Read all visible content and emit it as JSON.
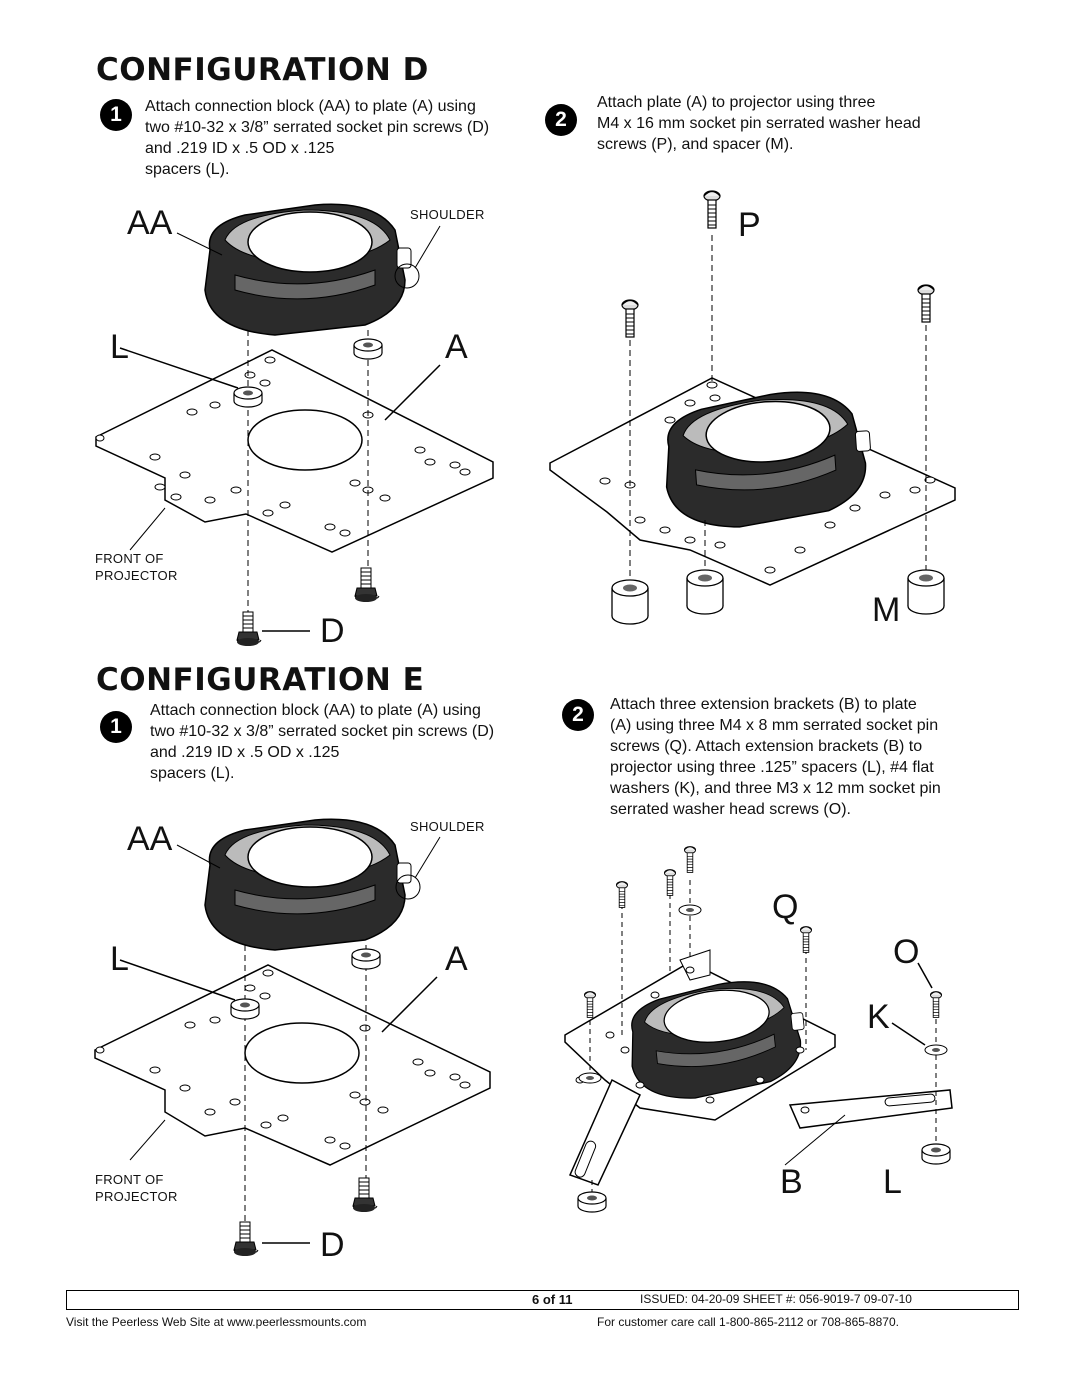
{
  "config_d": {
    "title": "CONFIGURATION D",
    "step1": {
      "num": "1",
      "lines": [
        "Attach connection block (AA) to plate (A) using",
        "two #10-32 x 3/8” serrated socket pin screws (D)",
        "and .219 ID x .5 OD x .125",
        "spacers (L)."
      ]
    },
    "step2": {
      "num": "2",
      "lines": [
        "Attach plate (A) to projector using three",
        "M4 x 16 mm socket pin serrated washer head",
        "screws (P), and spacer (M)."
      ]
    },
    "labels": {
      "AA": "AA",
      "L": "L",
      "A": "A",
      "D": "D",
      "P": "P",
      "M": "M",
      "shoulder": "SHOULDER",
      "front": [
        "FRONT OF",
        "PROJECTOR"
      ]
    }
  },
  "config_e": {
    "title": "CONFIGURATION E",
    "step1": {
      "num": "1",
      "lines": [
        "Attach connection block (AA) to plate (A) using",
        "two #10-32 x 3/8” serrated socket pin screws (D)",
        "and .219 ID x .5 OD x .125",
        "spacers (L)."
      ]
    },
    "step2": {
      "num": "2",
      "lines": [
        "Attach three extension brackets (B) to plate",
        "(A) using three M4 x 8 mm serrated socket pin",
        "screws (Q). Attach extension brackets (B) to",
        "projector using three .125” spacers (L), #4 flat",
        "washers (K), and three M3 x 12 mm socket pin",
        "serrated washer head screws (O)."
      ]
    },
    "labels": {
      "AA": "AA",
      "L": "L",
      "A": "A",
      "D": "D",
      "Q": "Q",
      "O": "O",
      "K": "K",
      "B": "B",
      "L2": "L",
      "shoulder": "SHOULDER",
      "front": [
        "FRONT OF",
        "PROJECTOR"
      ]
    }
  },
  "footer": {
    "page": "6 of 11",
    "issued": "ISSUED: 04-20-09  SHEET #: 056-9019-7  09-07-10",
    "website": "Visit the Peerless Web Site at www.peerlessmounts.com",
    "care": "For customer care call 1-800-865-2112 or 708-865-8870."
  }
}
